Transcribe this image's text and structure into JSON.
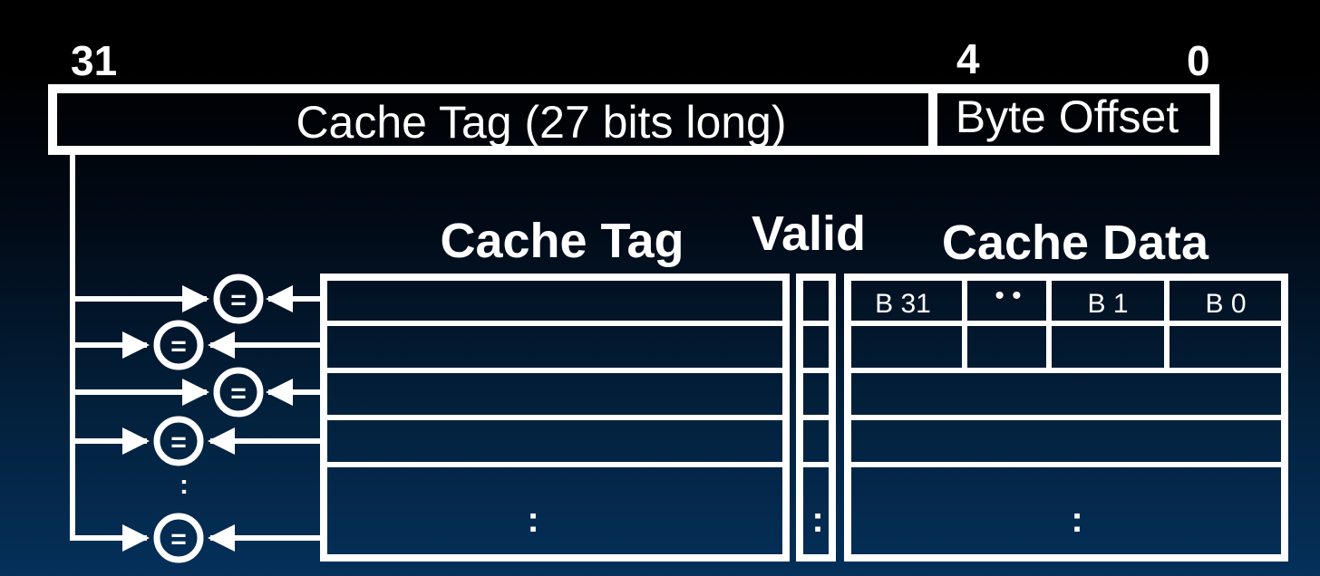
{
  "bit_labels": {
    "msb": "31",
    "mid": "4",
    "lsb": "0"
  },
  "address": {
    "tag_field": "Cache Tag (27 bits long)",
    "offset_field": "Byte Offset"
  },
  "headers": {
    "cache_tag": "Cache Tag",
    "valid": "Valid",
    "cache_data": "Cache Data"
  },
  "data_row0": {
    "b31": "B 31",
    "ellipsis": "• •",
    "b1": "B 1",
    "b0": "B 0"
  },
  "comparator_symbol": "=",
  "continuation": ":",
  "colors": {
    "background_top": "#000000",
    "background_bottom": "#04305a",
    "stroke": "#ffffff"
  }
}
